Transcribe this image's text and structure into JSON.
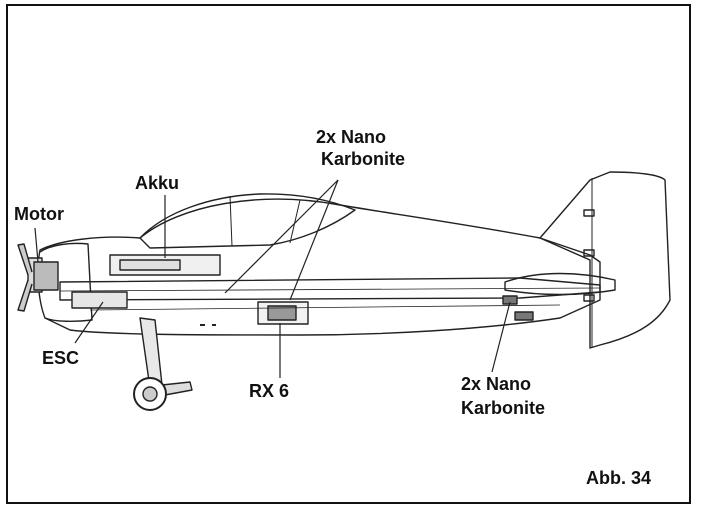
{
  "labels": {
    "motor": "Motor",
    "akku": "Akku",
    "esc": "ESC",
    "rx": "RX 6",
    "servo_top_line1": "2x Nano",
    "servo_top_line2": "Karbonite",
    "servo_bottom_line1": "2x Nano",
    "servo_bottom_line2": "Karbonite",
    "figure": "Abb. 34"
  }
}
